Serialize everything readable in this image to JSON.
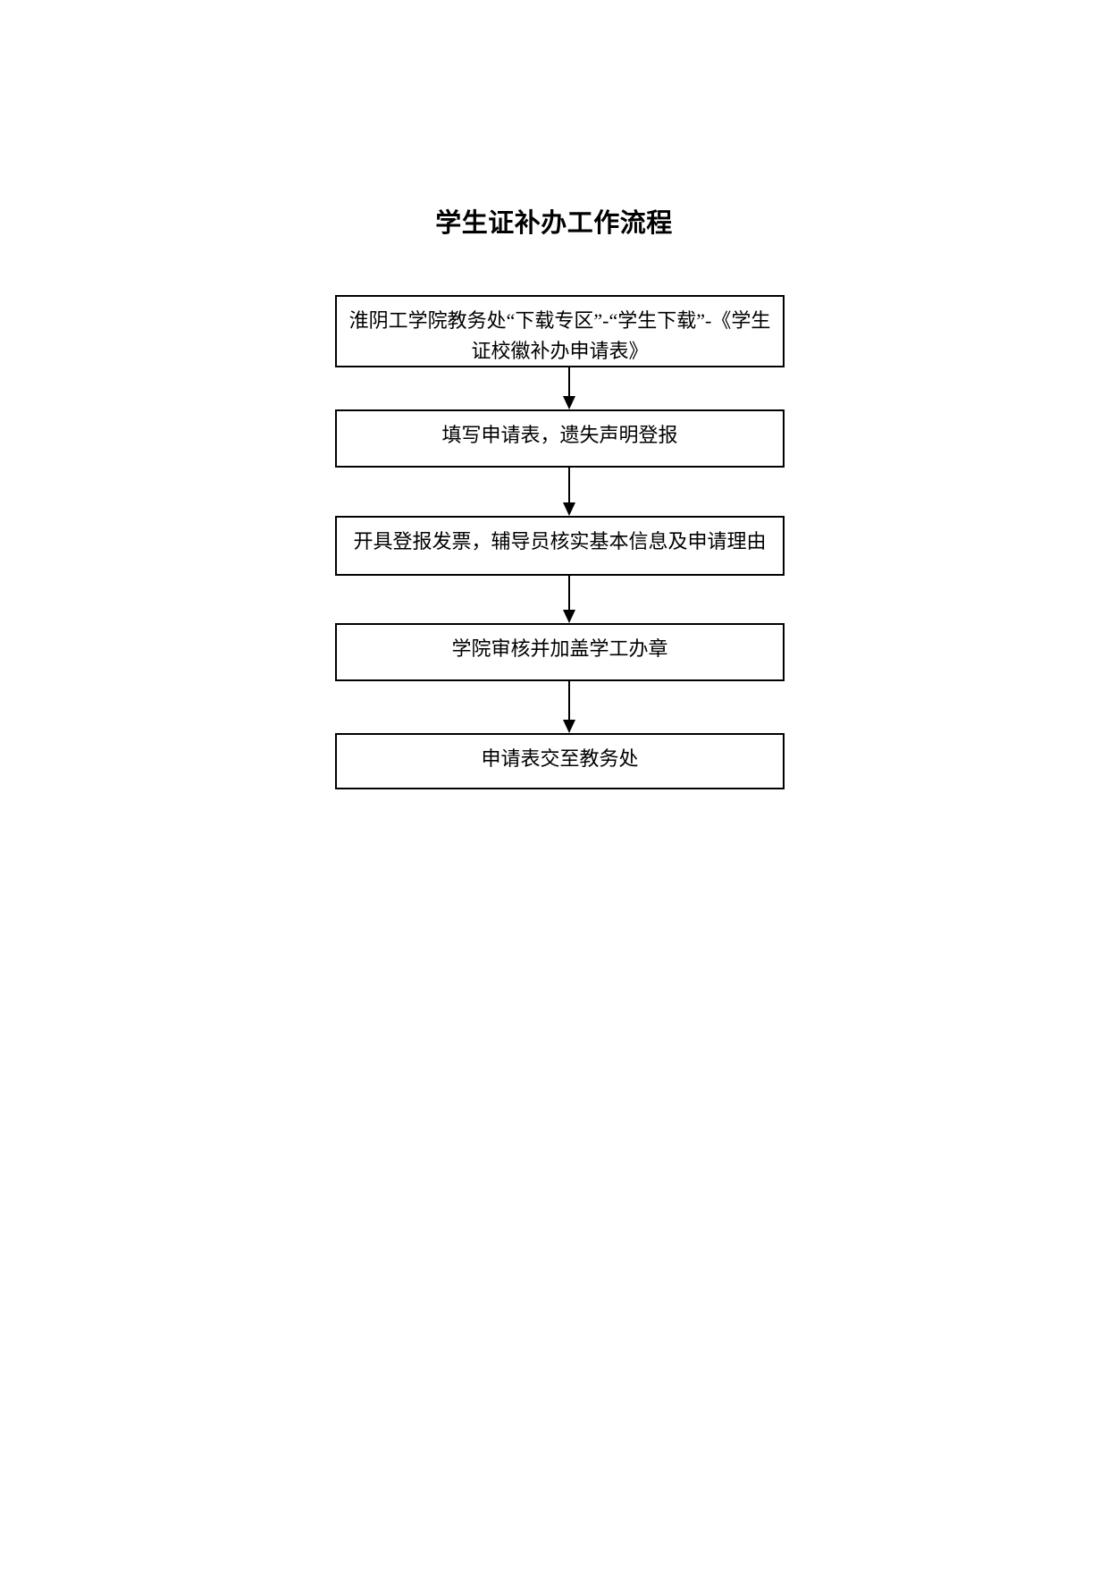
{
  "page": {
    "title": "学生证补办工作流程",
    "background_color": "#ffffff"
  },
  "flowchart": {
    "connector_icon": "arrow-down-icon",
    "colors": {
      "box_border": "#000000",
      "box_fill": "#ffffff",
      "text": "#000000"
    },
    "steps": [
      {
        "label": "淮阴工学院教务处“下载专区”-“学生下载”-《学生证校徽补办申请表》"
      },
      {
        "label": "填写申请表，遗失声明登报"
      },
      {
        "label": "开具登报发票，辅导员核实基本信息及申请理由"
      },
      {
        "label": "学院审核并加盖学工办章"
      },
      {
        "label": "申请表交至教务处"
      }
    ]
  }
}
